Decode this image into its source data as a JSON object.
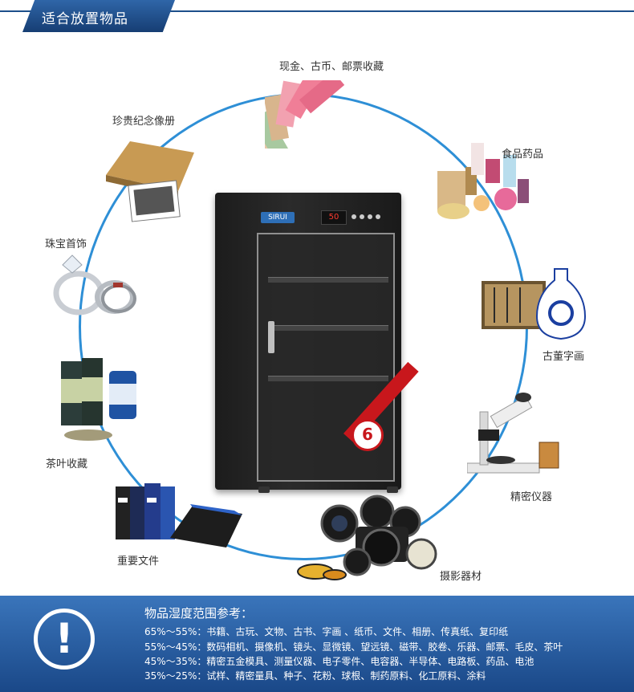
{
  "header": {
    "title": "适合放置物品"
  },
  "cabinet": {
    "brand": "SIRUI",
    "display": "50",
    "badge": "6"
  },
  "items": {
    "money": "现金、古币、邮票收藏",
    "album": "珍贵纪念像册",
    "food": "食品药品",
    "jewelry": "珠宝首饰",
    "antique": "古董字画",
    "tea": "茶叶收藏",
    "instrument": "精密仪器",
    "docs": "重要文件",
    "camera": "摄影器材"
  },
  "info": {
    "title": "物品湿度范围参考：",
    "rows": [
      {
        "range": "65%～55%：",
        "text": "书籍、古玩、文物、古书、字画 、纸币、文件、相册、传真纸、复印纸"
      },
      {
        "range": "55%～45%：",
        "text": "数码相机、摄像机、镜头、显微镜、望远镜、磁带、胶卷、乐器、邮票、毛皮、茶叶"
      },
      {
        "range": "45%～35%：",
        "text": "精密五金模具、测量仪器、电子零件、电容器、半导体、电路板、药品、电池"
      },
      {
        "range": "35%～25%：",
        "text": "试样、精密量具、种子、花粉、球根、制药原料、化工原料、涂料"
      }
    ]
  },
  "colors": {
    "accent": "#2e8fd6",
    "header": "#1c4f8a",
    "info_bg": "#2a5ea2",
    "sash": "#c8171c"
  }
}
